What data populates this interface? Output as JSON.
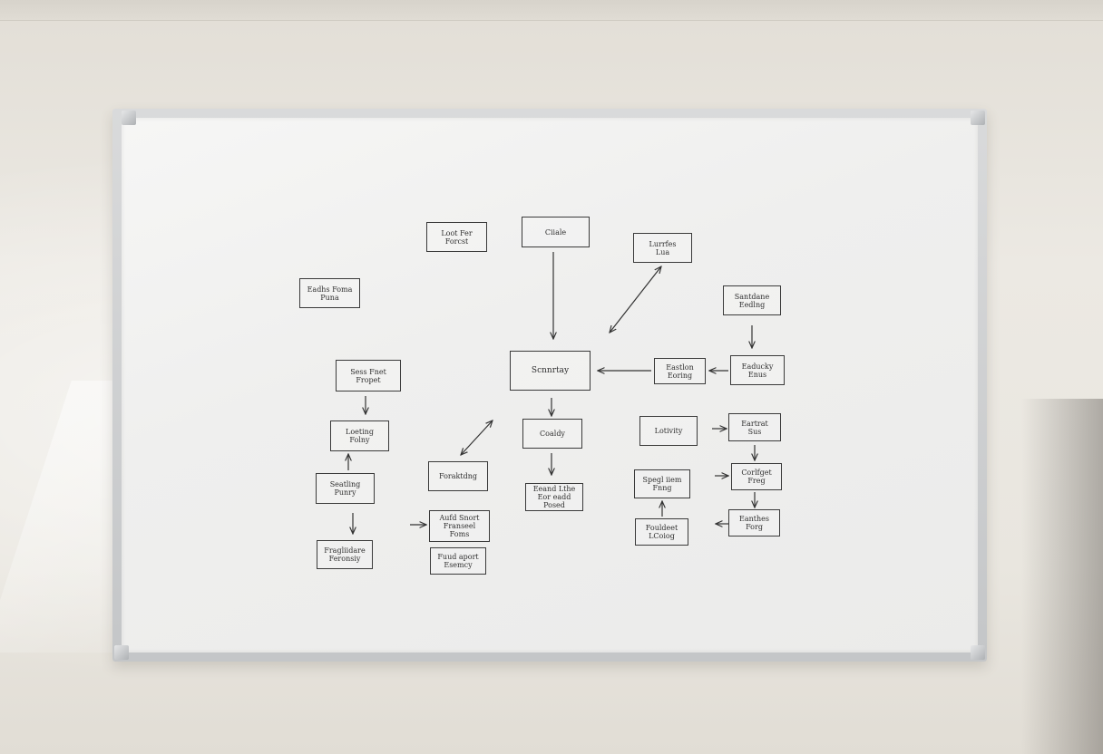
{
  "scene": {
    "object": "whiteboard",
    "wall_color": "#e9e6df",
    "board_color": "#f2f2f1",
    "frame_color": "#c8cacc",
    "ink_color": "#333333"
  },
  "boxes": [
    {
      "id": "b01",
      "label": "Loot Fer\nForcst"
    },
    {
      "id": "b02",
      "label": "Ciiale"
    },
    {
      "id": "b03",
      "label": "Lurrfes\nLua"
    },
    {
      "id": "b04",
      "label": "Eadhs Foma\nPuna"
    },
    {
      "id": "b05",
      "label": "Santdane\nEedlng"
    },
    {
      "id": "b06",
      "label": "Sess Fnet\nFropet"
    },
    {
      "id": "b07",
      "label": "Scnnrtay"
    },
    {
      "id": "b08",
      "label": "Eastlon\nEoring"
    },
    {
      "id": "b09",
      "label": "Eaducky\nEnus"
    },
    {
      "id": "b10",
      "label": "Loeting\nFolny"
    },
    {
      "id": "b11",
      "label": "Coaldy"
    },
    {
      "id": "b12",
      "label": "Lotivity"
    },
    {
      "id": "b13",
      "label": "Eartrat\nSus"
    },
    {
      "id": "b14",
      "label": "Seatling\nPunry"
    },
    {
      "id": "b15",
      "label": "Foraktdng"
    },
    {
      "id": "b16",
      "label": "Eeand Lthe\nEor eadd\nPosed"
    },
    {
      "id": "b17",
      "label": "Spegl iiem\nFnng"
    },
    {
      "id": "b18",
      "label": "Corlfget\nFreg"
    },
    {
      "id": "b19",
      "label": "Aufd Snort\nFranseel\nFoms"
    },
    {
      "id": "b20",
      "label": "Eanthes\nForg"
    },
    {
      "id": "b21",
      "label": "Fragliidare\nFeronsiy"
    },
    {
      "id": "b22",
      "label": "Fuud aport\nEsemcy"
    },
    {
      "id": "b23",
      "label": "Fouldeet\nLCoiog"
    }
  ]
}
